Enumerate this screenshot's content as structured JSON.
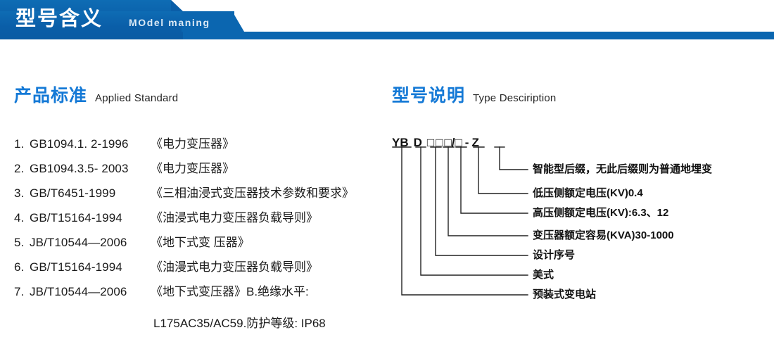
{
  "banner": {
    "title": "型号含义",
    "subtitle": "MOdel maning",
    "colors": {
      "dark_blue": "#0a5ea8",
      "mid_blue": "#0b66b0",
      "bar_blue": "#0b66b0"
    }
  },
  "sections": {
    "standard": {
      "cn": "产品标准",
      "en": "Applied Standard"
    },
    "type": {
      "cn": "型号说明",
      "en": "Type Desciription"
    }
  },
  "standards": [
    {
      "no": "1.",
      "code": "GB1094.1. 2-1996",
      "name": "《电力变压器》"
    },
    {
      "no": "2.",
      "code": "GB1094.3.5- 2003",
      "name": "《电力变压器》"
    },
    {
      "no": "3.",
      "code": "GB/T6451-1999",
      "name": "《三相油浸式变压器技术参数和要求》"
    },
    {
      "no": "4.",
      "code": "GB/T15164-1994",
      "name": "《油浸式电力变压器负载导则》"
    },
    {
      "no": "5.",
      "code": "JB/T10544—2006",
      "name": "《地下式变 压器》"
    },
    {
      "no": "6.",
      "code": "GB/T15164-1994",
      "name": "《油漫式电力变压器负载导则》"
    },
    {
      "no": "7.",
      "code": "JB/T10544—2006",
      "name": "《地下式变压器》B.绝缘水平:"
    }
  ],
  "standards_extra_line": "L175AC35/AC59.防护等级: IP68",
  "model_code": {
    "parts": [
      "YB",
      "D",
      "□",
      "□",
      "□",
      "/",
      "□",
      "-",
      "Z"
    ]
  },
  "model_labels": [
    {
      "text": "智能型后缀，无此后缀则为普通地埋变"
    },
    {
      "text": "低压侧额定电压(KV)0.4"
    },
    {
      "text": "高压侧额定电压(KV):6.3、12"
    },
    {
      "text": "变压器额定容易(KVA)30-1000"
    },
    {
      "text": "设计序号"
    },
    {
      "text": "美式"
    },
    {
      "text": "预装式变电站"
    }
  ]
}
